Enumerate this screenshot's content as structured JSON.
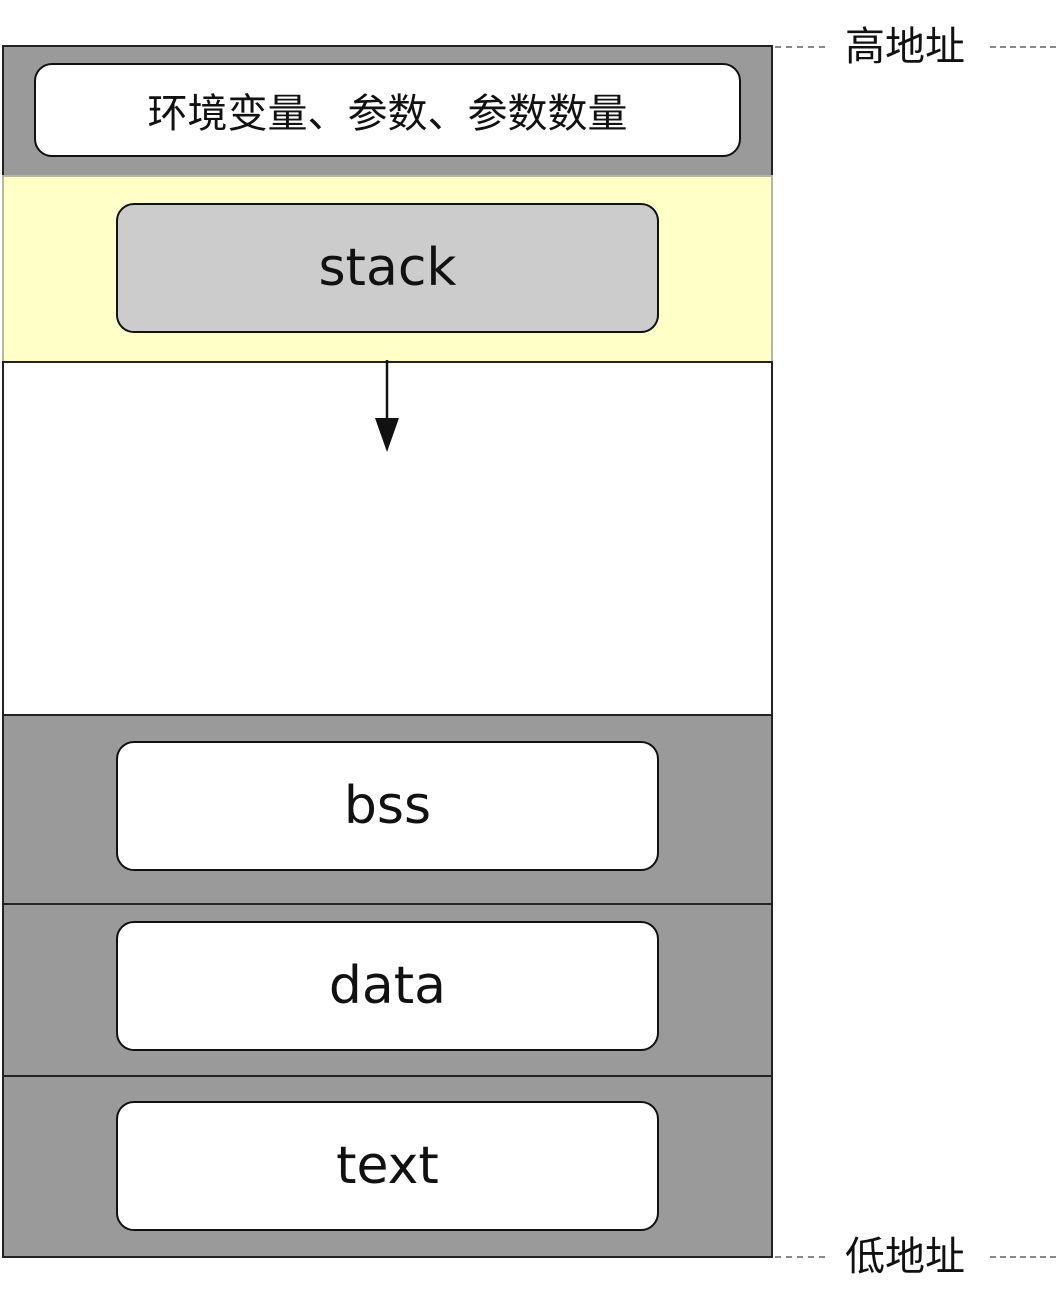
{
  "colors": {
    "header_fill": "#9a9a9a",
    "stack_fill": "#ffffc8",
    "stack_box_fill": "#cccccc",
    "free_fill": "#ffffff",
    "lower_fill": "#9a9a9a",
    "box_fill": "#ffffff",
    "border": "#222222",
    "guide_line": "#8a8a8a"
  },
  "segments": {
    "env": {
      "label": "环境变量、参数、参数数量"
    },
    "stack": {
      "label": "stack"
    },
    "bss": {
      "label": "bss"
    },
    "data": {
      "label": "data"
    },
    "text": {
      "label": "text"
    }
  },
  "addresses": {
    "high": "高地址",
    "low": "低地址"
  },
  "icons": {
    "growth_arrow": "arrow-down-icon"
  }
}
